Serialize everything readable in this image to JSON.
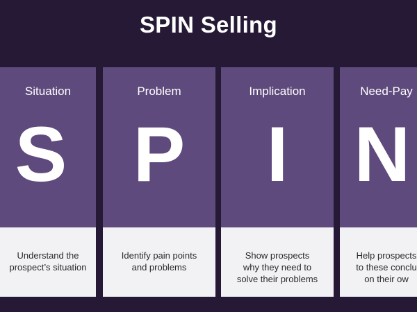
{
  "title": "SPIN Selling",
  "cards": [
    {
      "heading": "Situation",
      "letter": "S",
      "description": "Understand the\nprospect’s situation"
    },
    {
      "heading": "Problem",
      "letter": "P",
      "description": "Identify pain points\nand problems"
    },
    {
      "heading": "Implication",
      "letter": "I",
      "description": "Show prospects\nwhy they need to\nsolve their problems"
    },
    {
      "heading": "Need-Pay",
      "letter": "N",
      "description": "Help prospects\nto these conclu\non their ow"
    }
  ],
  "colors": {
    "background": "#251935",
    "card_top": "#5e4a7c",
    "card_bottom": "#f2f1f4"
  }
}
